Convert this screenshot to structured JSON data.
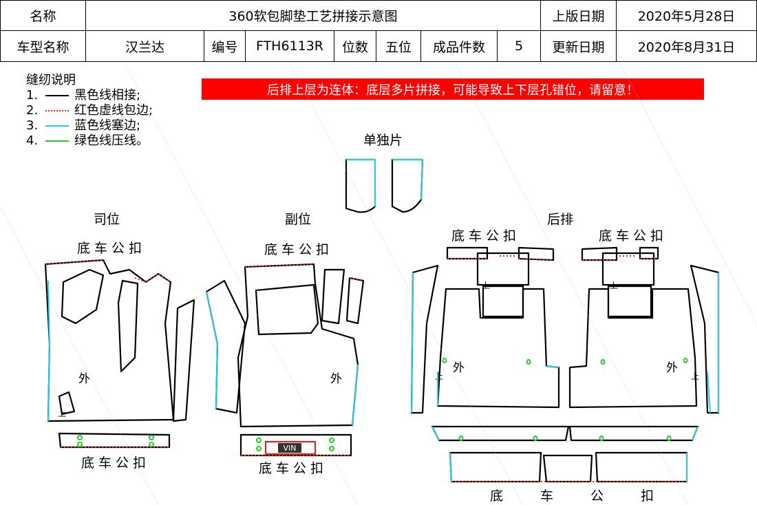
{
  "header": {
    "name_label": "名称",
    "title": "360软包脚垫工艺拼接示意图",
    "publish_date_label": "上版日期",
    "publish_date": "2020年5月28日",
    "model_label": "车型名称",
    "model": "汉兰达",
    "code_label": "编号",
    "code": "FTH6113R",
    "seats_label": "位数",
    "seats": "五位",
    "pieces_label": "成品件数",
    "pieces": "5",
    "update_date_label": "更新日期",
    "update_date": "2020年8月31日"
  },
  "legend": {
    "title": "缝纫说明",
    "items": [
      {
        "num": "1.",
        "text": "黑色线相接;",
        "color": "#000000",
        "style": "solid"
      },
      {
        "num": "2.",
        "text": "红色虚线包边;",
        "color": "#d42a1e",
        "style": "dotted"
      },
      {
        "num": "3.",
        "text": "蓝色线塞边;",
        "color": "#2ecbe6",
        "style": "solid"
      },
      {
        "num": "4.",
        "text": "绿色线压线。",
        "color": "#22cc22",
        "style": "solid"
      }
    ]
  },
  "warning": "后排上层为连体：底层多片拼接，可能导致上下层孔错位，请留意！",
  "sections": {
    "single": "单独片",
    "driver": "司位",
    "passenger": "副位",
    "rear": "后排"
  },
  "labels": {
    "buckle": "底车公扣",
    "outside": "外",
    "top": "上",
    "vin": "VIN"
  },
  "colors": {
    "stitch_black": "#000000",
    "stitch_red": "#d42a1e",
    "stitch_blue": "#2ecbe6",
    "stitch_green": "#22cc22",
    "warning_bg": "#ff0000"
  }
}
